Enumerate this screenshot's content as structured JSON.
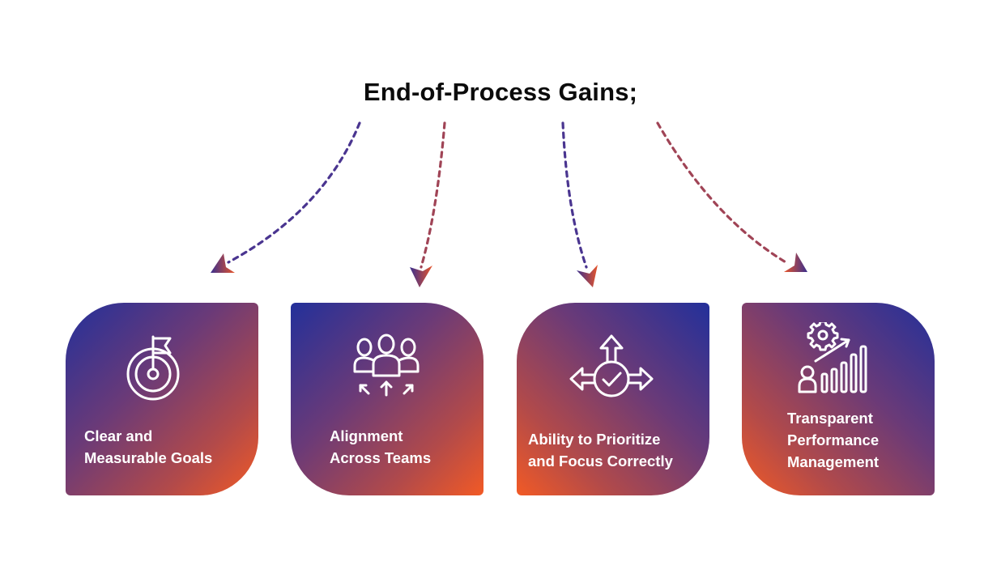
{
  "title": "End-of-Process Gains;",
  "colors": {
    "gradient_start": "#23309a",
    "gradient_end": "#f25a25",
    "text_dark": "#0b0b0b",
    "text_light": "#ffffff"
  },
  "cards": [
    {
      "icon": "target-flag-icon",
      "label_lines": [
        "Clear and",
        "Measurable Goals"
      ]
    },
    {
      "icon": "team-alignment-icon",
      "label_lines": [
        "Alignment",
        "Across Teams"
      ]
    },
    {
      "icon": "prioritize-check-icon",
      "label_lines": [
        "Ability to Prioritize",
        "and Focus Correctly"
      ]
    },
    {
      "icon": "performance-growth-icon",
      "label_lines": [
        "Transparent",
        "Performance",
        "Management"
      ]
    }
  ]
}
